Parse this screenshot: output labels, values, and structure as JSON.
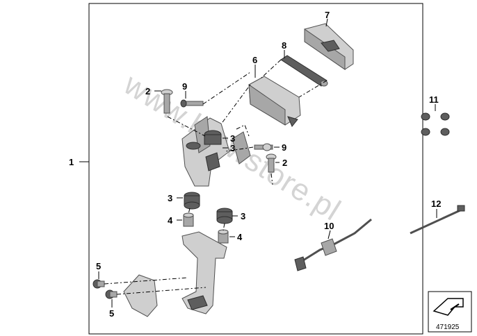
{
  "watermark": "www.bmwstore.pl",
  "catalog_number": "471925",
  "callouts": {
    "c1": "1",
    "c2a": "2",
    "c2b": "2",
    "c3a": "3",
    "c3b": "3",
    "c3c": "3",
    "c3d": "3",
    "c4a": "4",
    "c4b": "4",
    "c5a": "5",
    "c5b": "5",
    "c6": "6",
    "c7": "7",
    "c8": "8",
    "c9a": "9",
    "c9b": "9",
    "c10": "10",
    "c11": "11",
    "c12": "12"
  },
  "colors": {
    "frame": "#000000",
    "part": "#a7a7a7",
    "watermark": "#d4d4d4"
  }
}
